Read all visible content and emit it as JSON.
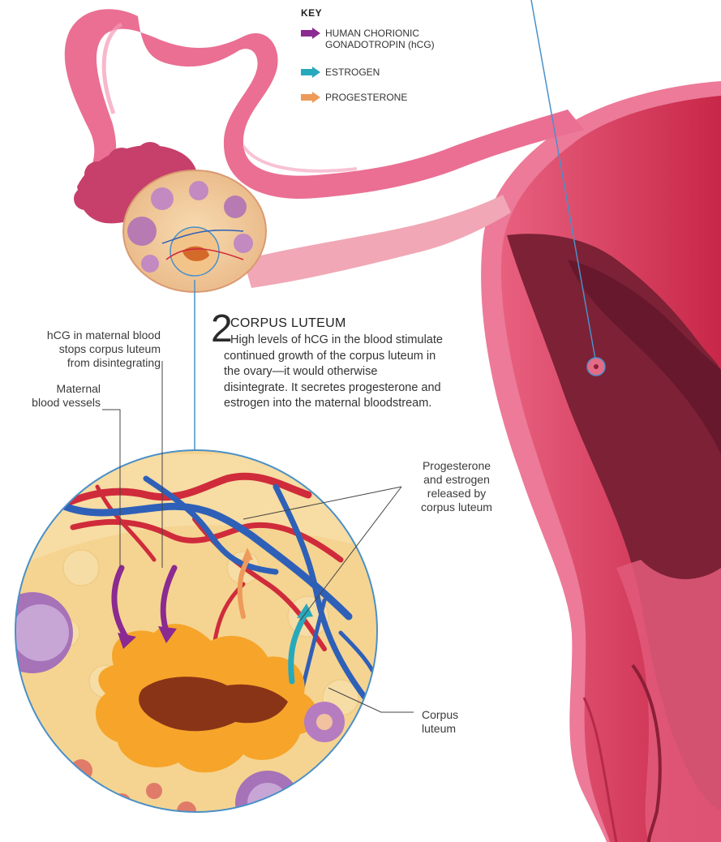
{
  "key": {
    "title": "KEY",
    "items": [
      {
        "label": "HUMAN CHORIONIC GONADOTROPIN (hCG)",
        "color": "#8b2a90"
      },
      {
        "label": "ESTROGEN",
        "color": "#27a9bd"
      },
      {
        "label": "PROGESTERONE",
        "color": "#ee9a5a"
      }
    ]
  },
  "step": {
    "number": "2",
    "title": "CORPUS LUTEUM",
    "body": "High levels of hCG in the blood stimulate continued growth of the corpus luteum in the ovary—it would otherwise disintegrate. It secretes progesterone and estrogen into the maternal bloodstream."
  },
  "labels": {
    "hcg_line1": "hCG in maternal blood",
    "hcg_line2": "stops corpus luteum",
    "hcg_line3": "from disintegrating",
    "vessels_line1": "Maternal",
    "vessels_line2": "blood vessels",
    "released_line1": "Progesterone",
    "released_line2": "and estrogen",
    "released_line3": "released by",
    "released_line4": "corpus luteum",
    "cl_line1": "Corpus",
    "cl_line2": "luteum"
  },
  "colors": {
    "tube": "#e76c94",
    "uterus_wall": "#d83a5b",
    "cavity": "#7a1f33",
    "ovary": "#f1cf9c",
    "fimbriae": "#c9406c",
    "circle_bg": "#f6d79a",
    "corpus_luteum": "#f6a52a",
    "artery": "#cf2b3b",
    "vein": "#2f60b8",
    "pointer": "#4a90c8"
  }
}
